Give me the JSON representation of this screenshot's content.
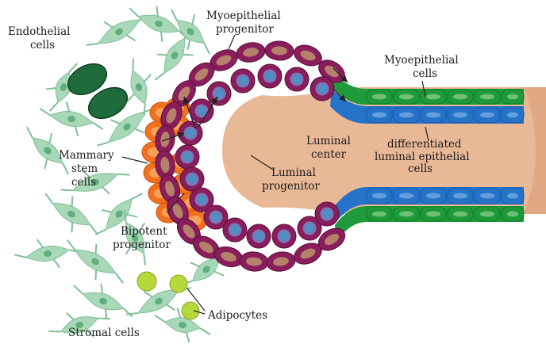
{
  "labels": {
    "endothelial": "Endothelial cells",
    "myo_progenitor": "Myoepithelial progenitor",
    "myo_cells": "Myoepithelial cells",
    "luminal_center": "Luminal center",
    "differentiated": "differentiated luminal epithelial cells",
    "mammary_stem": "Mammary stem cells",
    "luminal_progenitor": "Luminal progenitor",
    "bipotent": "Bipotent progenitor",
    "adipocytes": "Adipocytes",
    "stromal": "Stromal cells"
  },
  "colors": {
    "stromal": "#a8d8b8",
    "stromal_nucleus": "#5fae7e",
    "endothelial": "#1f6b3c",
    "lumen": "#e9b997",
    "myoepithelial_cell": "#8a1e5c",
    "myoepithelial_nucleus": "#b5816a",
    "luminal_cell": "#8a1e5c",
    "luminal_nucleus": "#4f8fc4",
    "stem_cell": "#f2701e",
    "stem_nucleus": "#f7a05a",
    "duct_myoepithelial": "#1e9a3a",
    "duct_luminal": "#2573c9",
    "adipocyte": "#b5d83a"
  }
}
